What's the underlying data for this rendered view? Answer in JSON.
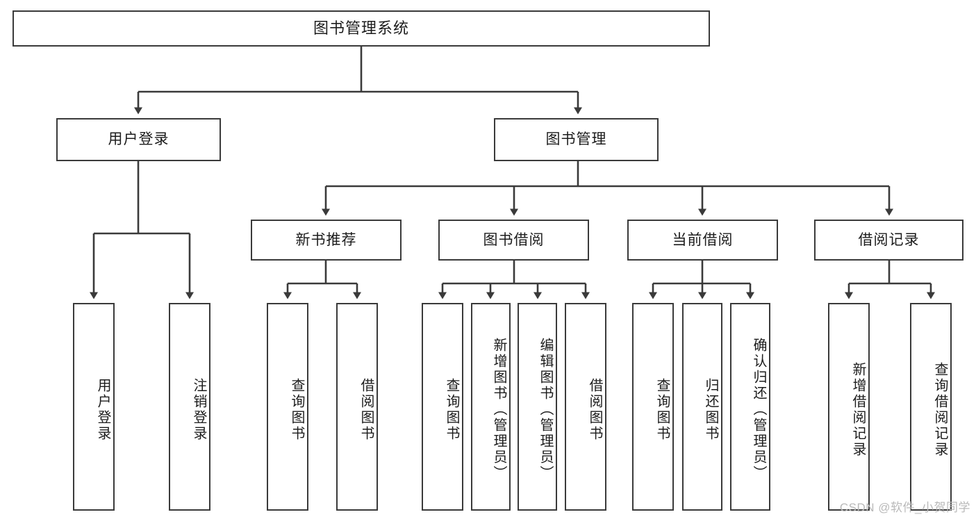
{
  "diagram": {
    "title": "图书管理系统",
    "type": "tree",
    "watermark": "CSDN @软件_小贺同学",
    "line_color": "#3a3a3a",
    "box_fill": "#ffffff",
    "text_color": "#1c1c1c"
  },
  "root": {
    "label": "图书管理系统"
  },
  "level2": [
    {
      "label": "用户登录"
    },
    {
      "label": "图书管理"
    }
  ],
  "level3": [
    {
      "label": "新书推荐"
    },
    {
      "label": "图书借阅"
    },
    {
      "label": "当前借阅"
    },
    {
      "label": "借阅记录"
    }
  ],
  "leaves": {
    "user_login": [
      {
        "label": "用户登录"
      },
      {
        "label": "注销登录"
      }
    ],
    "new_book_recommend": [
      {
        "label": "查询图书"
      },
      {
        "label": "借阅图书"
      }
    ],
    "book_borrow": [
      {
        "label": "查询图书"
      },
      {
        "label": "新增图书（管理员）"
      },
      {
        "label": "编辑图书（管理员）"
      },
      {
        "label": "借阅图书"
      }
    ],
    "current_borrow": [
      {
        "label": "查询图书"
      },
      {
        "label": "归还图书"
      },
      {
        "label": "确认归还（管理员）"
      }
    ],
    "borrow_record": [
      {
        "label": "新增借阅记录"
      },
      {
        "label": "查询借阅记录"
      }
    ]
  }
}
